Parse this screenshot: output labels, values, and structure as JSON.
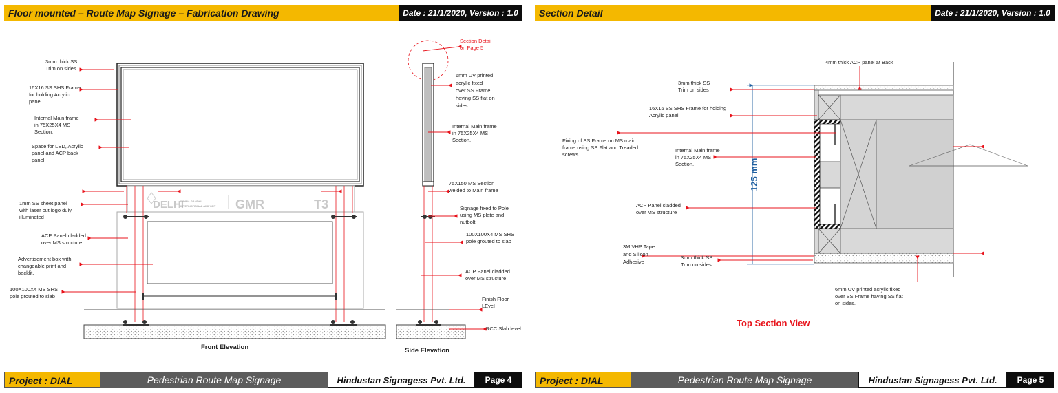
{
  "left": {
    "header_title": "Floor mounted – Route Map Signage – Fabrication Drawing",
    "header_date": "Date : 21/1/2020, Version : 1.0",
    "labels": {
      "trim": [
        "3mm thick SS",
        "Trim on sides"
      ],
      "shs_frame": [
        "16X16 SS SHS Frame",
        "for holding Acrylic",
        "panel."
      ],
      "main_frame": [
        "Internal Main frame",
        "in 75X25X4 MS",
        "Section."
      ],
      "space_led": [
        "Space for LED, Acrylic",
        "panel and ACP back",
        "panel."
      ],
      "sheet_panel": [
        "1mm SS sheet panel",
        "with laser cut logo duly",
        "illuminated"
      ],
      "acp_front": [
        "ACP Panel cladded",
        "over MS structure"
      ],
      "ad_box": [
        "Advertisement box with",
        "changeable print and",
        "backlit."
      ],
      "pole_front": [
        "100X100X4 MS SHS",
        "pole grouted to slab"
      ],
      "section_ref": [
        "Section Detail",
        "on Page 5"
      ],
      "acrylic": [
        "6mm UV printed",
        "acrylic fixed",
        "over SS Frame",
        "having SS flat on",
        "sides."
      ],
      "main_frame_side": [
        "Internal Main frame",
        "in 75X25X4 MS",
        "Section."
      ],
      "ms_section": [
        "75X150 MS Section",
        "welded to Main frame"
      ],
      "fixed_pole": [
        "Signage fixed to Pole",
        "using MS plate and",
        "nutbolt."
      ],
      "pole_side": [
        "100X100X4 MS SHS",
        "pole grouted to slab"
      ],
      "acp_side": [
        "ACP Panel cladded",
        "over MS structure"
      ],
      "finish_floor": [
        "Finish Floor",
        "LEvel"
      ],
      "rcc": [
        "RCC Slab level"
      ]
    },
    "logo_texts": [
      "DELHI",
      "INDIRA GANDHI",
      "INTERNATIONAL AIRPORT",
      "GMR",
      "T3"
    ],
    "caption_front": "Front Elevation",
    "caption_side": "Side Elevation",
    "footer_project": "Project : DIAL",
    "footer_name": "Pedestrian Route Map Signage",
    "footer_company": "Hindustan Signagess Pvt. Ltd.",
    "footer_page": "Page 4"
  },
  "right": {
    "header_title": "Section Detail",
    "header_date": "Date : 21/1/2020, Version : 1.0",
    "labels": {
      "acp_back": [
        "4mm thick ACP panel at Back"
      ],
      "trim_top": [
        "3mm thick SS",
        "Trim on sides"
      ],
      "shs_frame": [
        "16X16 SS SHS Frame for holding",
        "Acrylic panel."
      ],
      "fixing": [
        "Fixing of SS Frame on MS main",
        "frame using SS Flat and Treaded",
        "screws."
      ],
      "main_frame": [
        "Internal Main frame",
        "in 75X25X4 MS",
        "Section."
      ],
      "acp_cladded": [
        "ACP Panel cladded",
        "over MS structure"
      ],
      "vhp": [
        "3M VHP Tape",
        "and Silicon",
        "Adhesive"
      ],
      "trim_bottom": [
        "3mm thick SS",
        "Trim on sides"
      ],
      "acrylic": [
        "6mm UV printed acrylic fixed",
        "over SS Frame having SS flat",
        "on sides."
      ]
    },
    "dimension": "125 mm",
    "caption": "Top Section View",
    "footer_project": "Project : DIAL",
    "footer_name": "Pedestrian Route Map Signage",
    "footer_company": "Hindustan Signagess Pvt. Ltd.",
    "footer_page": "Page 5"
  },
  "colors": {
    "accent_yellow": "#f4b800",
    "annotation_red": "#e8141c",
    "dimension_blue": "#1f5fa0",
    "dark_bar": "#0d0d0d",
    "footer_gray": "#5c5c5c"
  }
}
